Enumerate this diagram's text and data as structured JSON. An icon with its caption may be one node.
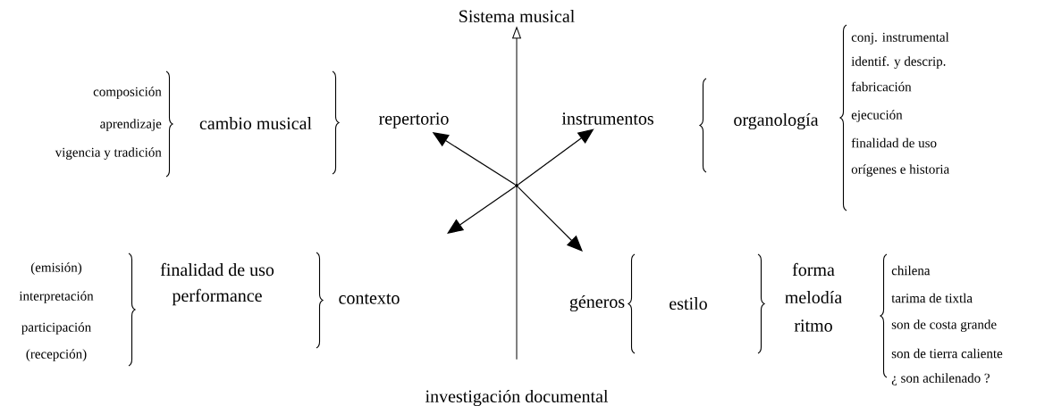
{
  "diagram": {
    "nodes": [
      {
        "text": [
          "Sistema musical"
        ]
      },
      {
        "text": [
          "investigación documental"
        ]
      },
      {
        "text": [],
        "shape": "circle"
      },
      {
        "text": [
          "repertorio"
        ]
      },
      {
        "text": [
          "instrumentos"
        ]
      },
      {
        "text": [
          "contexto"
        ]
      },
      {
        "text": [
          "géneros"
        ]
      }
    ],
    "edges": [
      {
        "from": 1,
        "to": 0,
        "arrow": "to"
      },
      {
        "from": 2,
        "to": 3,
        "arrow": "to"
      },
      {
        "from": 2,
        "to": 4,
        "arrow": "to"
      },
      {
        "from": 2,
        "to": null,
        "arrow": "to"
      },
      {
        "from": 2,
        "to": null,
        "arrow": "to"
      }
    ],
    "labels": [
      "composición",
      "aprendizaje",
      "vigencia y tradición",
      "cambio musical",
      "organología",
      "conj. instrumental",
      "identif. y descrip.",
      "fabricación",
      "ejecución",
      "finalidad de uso",
      "orígenes e historia",
      "(emisión)",
      "interpretación",
      "participación",
      "(recepción)",
      "finalidad de uso",
      "performance",
      "estilo",
      "forma",
      "melodía",
      "ritmo",
      "chilena",
      "tarima de tixtla",
      "son de costa grande",
      "son de tierra caliente",
      "¿ son achilenado ?"
    ]
  }
}
